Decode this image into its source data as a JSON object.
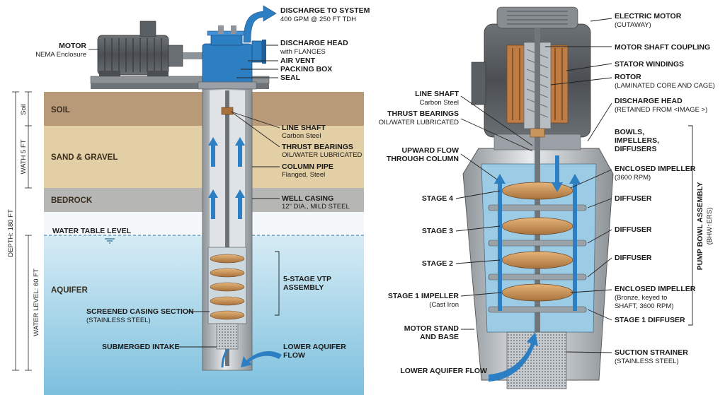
{
  "left": {
    "motor": {
      "title": "MOTOR",
      "sub": "NEMA Enclosure"
    },
    "discharge_system": {
      "title": "DISCHARGE TO SYSTEM",
      "sub": "400 GPM @ 250 FT TDH"
    },
    "discharge_head": {
      "title": "DISCHARGE HEAD",
      "sub": "with FLANGES"
    },
    "air_vent": "AIR VENT",
    "packing_box": "PACKING BOX",
    "seal": "SEAL",
    "soil": "SOIL",
    "sand": "SAND & GRAVEL",
    "bedrock": "BEDROCK",
    "water_table": "WATER TABLE LEVEL",
    "aquifer": "AQUIFER",
    "line_shaft": {
      "title": "LINE SHAFT",
      "sub": "Carbon Steel"
    },
    "thrust_bearings": {
      "title": "THRUST BEARINGS",
      "sub": "OIL/WATER LUBRICATED"
    },
    "column_pipe": {
      "title": "COLUMN PIPE",
      "sub": "Flanged, Steel"
    },
    "well_casing": {
      "title": "WELL CASING",
      "sub": "12\" DIA., MILD STEEL"
    },
    "vtp": {
      "line1": "5-STAGE VTP",
      "line2": "ASSEMBLY"
    },
    "screened": {
      "title": "SCREENED CASING SECTION",
      "sub": "(STAINLESS STEEL)"
    },
    "intake": "SUBMERGED INTAKE",
    "lower_flow": {
      "line1": "LOWER AQUIFER",
      "line2": "FLOW"
    },
    "dims": {
      "depth": "DEPTH: 180 FT",
      "soil": "Soil",
      "wath": "WATH 5 FT",
      "water_level": "WATER LEVEL: 60 FT"
    }
  },
  "right": {
    "electric_motor": {
      "title": "ELECTRIC MOTOR",
      "sub": "(CUTAWAY)"
    },
    "coupling": "MOTOR SHAFT COUPLING",
    "stator": "STATOR WINDINGS",
    "rotor": {
      "title": "ROTOR",
      "sub": "(LAMINATED CORE AND CAGE)"
    },
    "discharge_head": {
      "title": "DISCHARGE HEAD",
      "sub": "(RETAINED FROM <IMAGE >)"
    },
    "bowls": {
      "line1": "BOWLS,",
      "line2": "IMPELLERS,",
      "line3": "DIFFUSERS"
    },
    "line_shaft": {
      "title": "LINE SHAFT",
      "sub": "Carbon Steel"
    },
    "thrust_bearings": {
      "title": "THRUST BEARINGS",
      "sub": "OIL/WATER LUBRICATED"
    },
    "upward_flow": {
      "line1": "UPWARD FLOW",
      "line2": "THROUGH COLUMN"
    },
    "enclosed_top": {
      "title": "ENCLOSED IMPELLER",
      "sub": "(3600 RPM)"
    },
    "stage4": "STAGE 4",
    "stage3": "STAGE 3",
    "stage2": "STAGE 2",
    "stage1": {
      "title": "STAGE 1 IMPELLER",
      "sub": "(Cast Iron"
    },
    "diffuser": "DIFFUSER",
    "enclosed_bottom": {
      "title": "ENCLOSED IMPELLER",
      "sub1": "(Bronze, keyed to",
      "sub2": "SHAFT, 3600 RPM)"
    },
    "stage1_diffuser": "STAGE 1 DIFFUSER",
    "motor_stand": {
      "line1": "MOTOR STAND",
      "line2": "AND BASE"
    },
    "suction": {
      "title": "SUCTION STRAINER",
      "sub": "(STAINLESS STEEL)"
    },
    "lower_flow": "LOWER AQUIFER FLOW",
    "pump_bowl": {
      "line1": "PUMP BOWL ASSEMBLY",
      "line2": "(BHW↑ERS)"
    }
  },
  "colors": {
    "soil": "#b89a78",
    "sand": "#e3cfa5",
    "bedrock": "#b6b7b4",
    "water": "#bfe0ef",
    "pump_blue": "#2d7fc4",
    "impeller_bronze": "#c8955a",
    "casing_gray": "#d0d4d8"
  }
}
